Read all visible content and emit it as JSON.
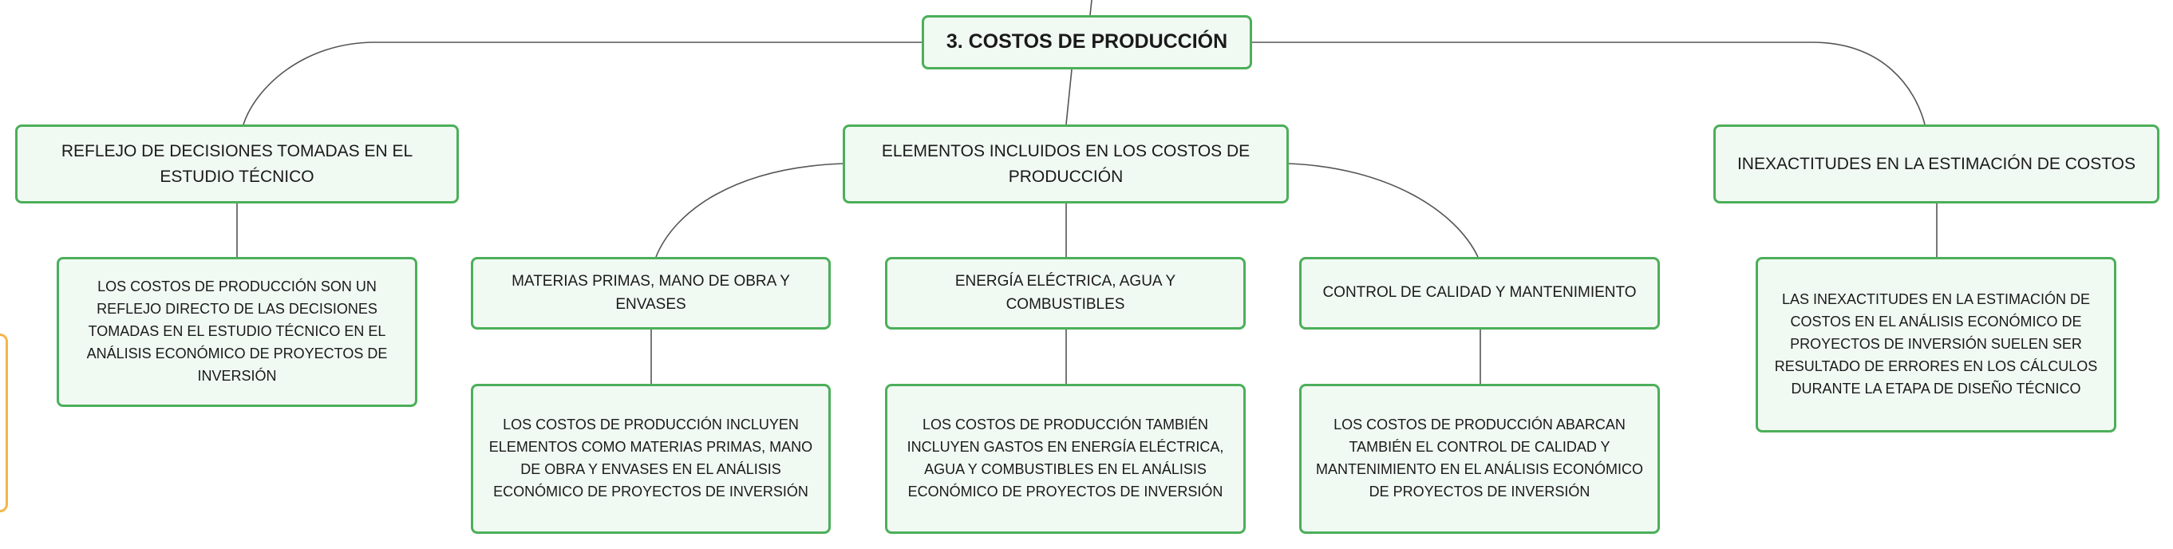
{
  "root": {
    "label": "3. COSTOS DE PRODUCCIÓN"
  },
  "branches": [
    {
      "label": "REFLEJO DE DECISIONES TOMADAS EN EL ESTUDIO TÉCNICO",
      "detail": "LOS COSTOS DE PRODUCCIÓN SON UN REFLEJO DIRECTO DE LAS DECISIONES TOMADAS EN EL ESTUDIO TÉCNICO EN EL ANÁLISIS ECONÓMICO DE PROYECTOS DE INVERSIÓN"
    },
    {
      "label": "ELEMENTOS INCLUIDOS EN LOS COSTOS DE PRODUCCIÓN",
      "children": [
        {
          "label": "MATERIAS PRIMAS, MANO DE OBRA Y ENVASES",
          "detail": "LOS COSTOS DE PRODUCCIÓN INCLUYEN ELEMENTOS COMO MATERIAS PRIMAS, MANO DE OBRA Y ENVASES EN EL ANÁLISIS ECONÓMICO DE PROYECTOS DE INVERSIÓN"
        },
        {
          "label": "ENERGÍA ELÉCTRICA, AGUA Y COMBUSTIBLES",
          "detail": "LOS COSTOS DE PRODUCCIÓN TAMBIÉN INCLUYEN GASTOS EN ENERGÍA ELÉCTRICA, AGUA Y COMBUSTIBLES EN EL ANÁLISIS ECONÓMICO DE PROYECTOS DE INVERSIÓN"
        },
        {
          "label": "CONTROL DE CALIDAD Y MANTENIMIENTO",
          "detail": "LOS COSTOS DE PRODUCCIÓN ABARCAN TAMBIÉN EL CONTROL DE CALIDAD Y MANTENIMIENTO EN EL ANÁLISIS ECONÓMICO DE PROYECTOS DE INVERSIÓN"
        }
      ]
    },
    {
      "label": "INEXACTITUDES EN LA ESTIMACIÓN DE COSTOS",
      "detail": "LAS INEXACTITUDES EN LA ESTIMACIÓN DE COSTOS EN EL ANÁLISIS ECONÓMICO DE PROYECTOS DE INVERSIÓN SUELEN SER RESULTADO DE ERRORES EN LOS CÁLCULOS DURANTE LA ETAPA DE DISEÑO TÉCNICO"
    }
  ],
  "colors": {
    "node_border": "#4caf5a",
    "node_fill": "#f1f9f3",
    "connector": "#555555",
    "side_tab": "#f5b54a"
  }
}
